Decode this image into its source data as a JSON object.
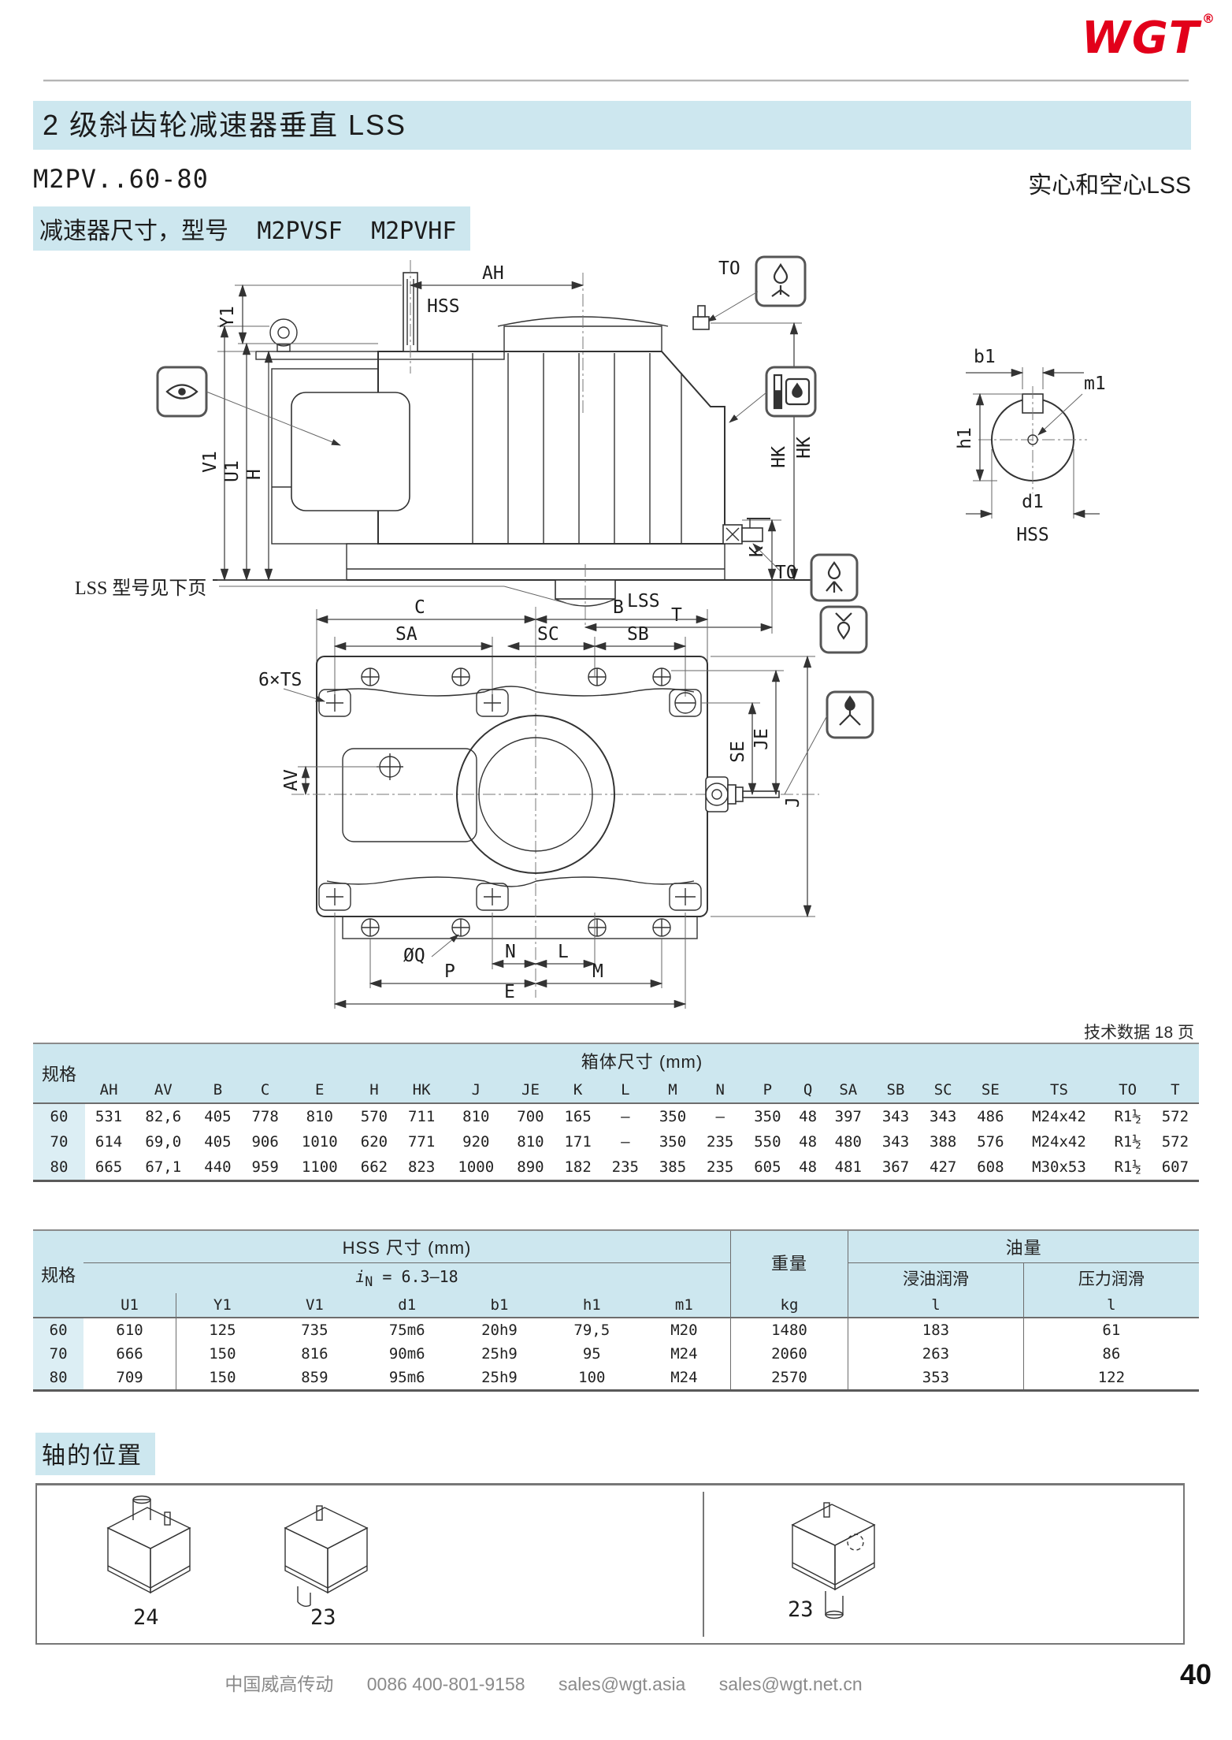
{
  "brand": {
    "name": "WGT",
    "registered": "®",
    "color": "#e2001a"
  },
  "page": {
    "section_title": "2 级斜齿轮减速器垂直 LSS",
    "model_range": "M2PV..60-80",
    "variant_note": "实心和空心LSS",
    "subtitle_label": "减速器尺寸，型号",
    "subtitle_models": [
      "M2PVSF",
      "M2PVHF"
    ],
    "tech_data_note": "技术数据 18 页",
    "shaft_section_title": "轴的位置",
    "page_number": "40"
  },
  "drawing": {
    "note": "LSS 型号见下页",
    "side": {
      "ah": "AH",
      "hss": "HSS",
      "y1": "Y1",
      "v1": "V1",
      "u1": "U1",
      "h": "H",
      "hk": "HK",
      "k": "K",
      "t": "T",
      "to": "TO",
      "lss": "LSS"
    },
    "detail": {
      "b1": "b1",
      "m1": "m1",
      "h1": "h1",
      "d1": "d1",
      "hss": "HSS"
    },
    "plan": {
      "c": "C",
      "b": "B",
      "sa": "SA",
      "sc": "SC",
      "sb": "SB",
      "ts": "6×TS",
      "av": "AV",
      "se": "SE",
      "je": "JE",
      "j": "J",
      "q": "ØQ",
      "n": "N",
      "l": "L",
      "p": "P",
      "m": "M",
      "e": "E"
    }
  },
  "table1": {
    "spec_label": "规格",
    "group_header": "箱体尺寸 (mm)",
    "columns": [
      "AH",
      "AV",
      "B",
      "C",
      "E",
      "H",
      "HK",
      "J",
      "JE",
      "K",
      "L",
      "M",
      "N",
      "P",
      "Q",
      "SA",
      "SB",
      "SC",
      "SE",
      "TS",
      "TO",
      "T"
    ],
    "rows": [
      {
        "spec": "60",
        "values": [
          "531",
          "82,6",
          "405",
          "778",
          "810",
          "570",
          "711",
          "810",
          "700",
          "165",
          "–",
          "350",
          "–",
          "350",
          "48",
          "397",
          "343",
          "343",
          "486",
          "M24x42",
          "R1½",
          "572"
        ]
      },
      {
        "spec": "70",
        "values": [
          "614",
          "69,0",
          "405",
          "906",
          "1010",
          "620",
          "771",
          "920",
          "810",
          "171",
          "–",
          "350",
          "235",
          "550",
          "48",
          "480",
          "343",
          "388",
          "576",
          "M24x42",
          "R1½",
          "572"
        ]
      },
      {
        "spec": "80",
        "values": [
          "665",
          "67,1",
          "440",
          "959",
          "1100",
          "662",
          "823",
          "1000",
          "890",
          "182",
          "235",
          "385",
          "235",
          "605",
          "48",
          "481",
          "367",
          "427",
          "608",
          "M30x53",
          "R1½",
          "607"
        ]
      }
    ]
  },
  "table2": {
    "spec_label": "规格",
    "group_header": "HSS 尺寸 (mm)",
    "ratio": {
      "base": "i",
      "sub": "N",
      "rest": "= 6.3—18"
    },
    "weight_label": "重量",
    "oil_label": "油量",
    "oil_columns": [
      "浸油润滑",
      "压力润滑"
    ],
    "sub_columns": [
      "U1",
      "Y1",
      "V1",
      "d1",
      "b1",
      "h1",
      "m1",
      "kg",
      "l",
      "l"
    ],
    "rows": [
      {
        "spec": "60",
        "values": [
          "610",
          "125",
          "735",
          "75m6",
          "20h9",
          "79,5",
          "M20",
          "1480",
          "183",
          "61"
        ]
      },
      {
        "spec": "70",
        "values": [
          "666",
          "150",
          "816",
          "90m6",
          "25h9",
          "95",
          "M24",
          "2060",
          "263",
          "86"
        ]
      },
      {
        "spec": "80",
        "values": [
          "709",
          "150",
          "859",
          "95m6",
          "25h9",
          "100",
          "M24",
          "2570",
          "353",
          "122"
        ]
      }
    ]
  },
  "shaft_positions": {
    "items": [
      {
        "label": "24"
      },
      {
        "label": "23"
      },
      {
        "label": "23"
      }
    ]
  },
  "footer": {
    "company": "中国威高传动",
    "phone": "0086 400-801-9158",
    "email_1": "sales@wgt.asia",
    "email_2": "sales@wgt.net.cn"
  }
}
